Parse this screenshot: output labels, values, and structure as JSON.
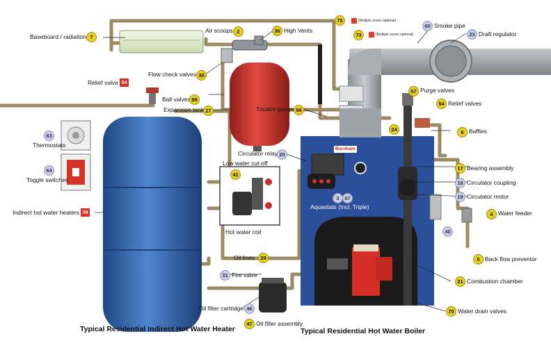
{
  "colors": {
    "pipe": "#9c8a63",
    "tank_blue": "#2f5fa8",
    "tank_red": "#c9302c",
    "boiler_blue": "#2c4f9c",
    "smoke_gray": "#9ea3a8",
    "badge_yellow": "#e6cf1f",
    "badge_lavender": "#c9cde6",
    "badge_red": "#e02a20"
  },
  "brand": "Burnham",
  "captions": {
    "heater": "Typical Residential Indirect Hot Water Heater",
    "boiler": "Typical Residential Hot Water Boiler"
  },
  "notes": {
    "zones_a": "(Multiple zones optional)",
    "zones_b": "(Multiple zones optional)"
  },
  "labels": {
    "baseboard": "Baseboard / radiation",
    "air_scoops": "Air scoops",
    "high_vents": "High Vents",
    "smoke_pipe": "Smoke pipe",
    "draft_regulator": "Draft regulator",
    "relief_valve": "Relief valve",
    "flow_check": "Flow check valves",
    "ball_valves": "Ball valves",
    "expansion_tank": "Expansion tank",
    "tricator": "Tricator gauge",
    "purge_valves": "Purge valves",
    "relief_valves": "Relief valves",
    "thermostats": "Thermostats",
    "toggle": "Toggle switches",
    "indirect": "Indirect hot water heaters",
    "circ_relay": "Circulator relay",
    "low_water": "Low water cut-off",
    "hot_water_coil": "Hot water coil",
    "aquastats": "Aquastats (Incl. Triple)",
    "baffles": "Baffles",
    "bearing": "Bearing assembly",
    "circ_coupling": "Circulator coupling",
    "circ_motor": "Circulator motor",
    "water_feeder": "Water feeder",
    "back_flow": "Back flow preventor",
    "oil_lines": "Oil lines",
    "fire_valve": "Fire valve",
    "oil_filter_cart": "Oil filter cartridge",
    "oil_filter_asm": "Oil filter assembly",
    "combustion": "Combustion chamber",
    "drain_valves": "Water drain valves"
  },
  "badges": {
    "baseboard": "7",
    "air_scoops": "2",
    "high_vents": "36",
    "zones_a": "72",
    "zones_b": "73",
    "smoke_pipe": "60",
    "draft_regulator": "23",
    "relief_valve": "54",
    "flow_check": "30",
    "ball_valves": "69",
    "expansion_tank": "27",
    "tricator": "66",
    "purge_valves": "57",
    "relief_valves": "54",
    "thermostats": "63",
    "toggle": "64",
    "indirect": "39",
    "circ_relay": "20",
    "low_water": "41",
    "aquastats_a": "3",
    "aquastats_b": "67",
    "boiler_top": "24",
    "baffles": "6",
    "bearing": "17",
    "circ_coupling": "18",
    "circ_motor": "19",
    "water_feeder": "4",
    "feeder_side": "40",
    "back_flow": "5",
    "oil_lines": "28",
    "fire_valve": "31",
    "oil_filter_cart": "46",
    "oil_filter_asm": "47",
    "combustion": "21",
    "drain_valves": "70"
  }
}
